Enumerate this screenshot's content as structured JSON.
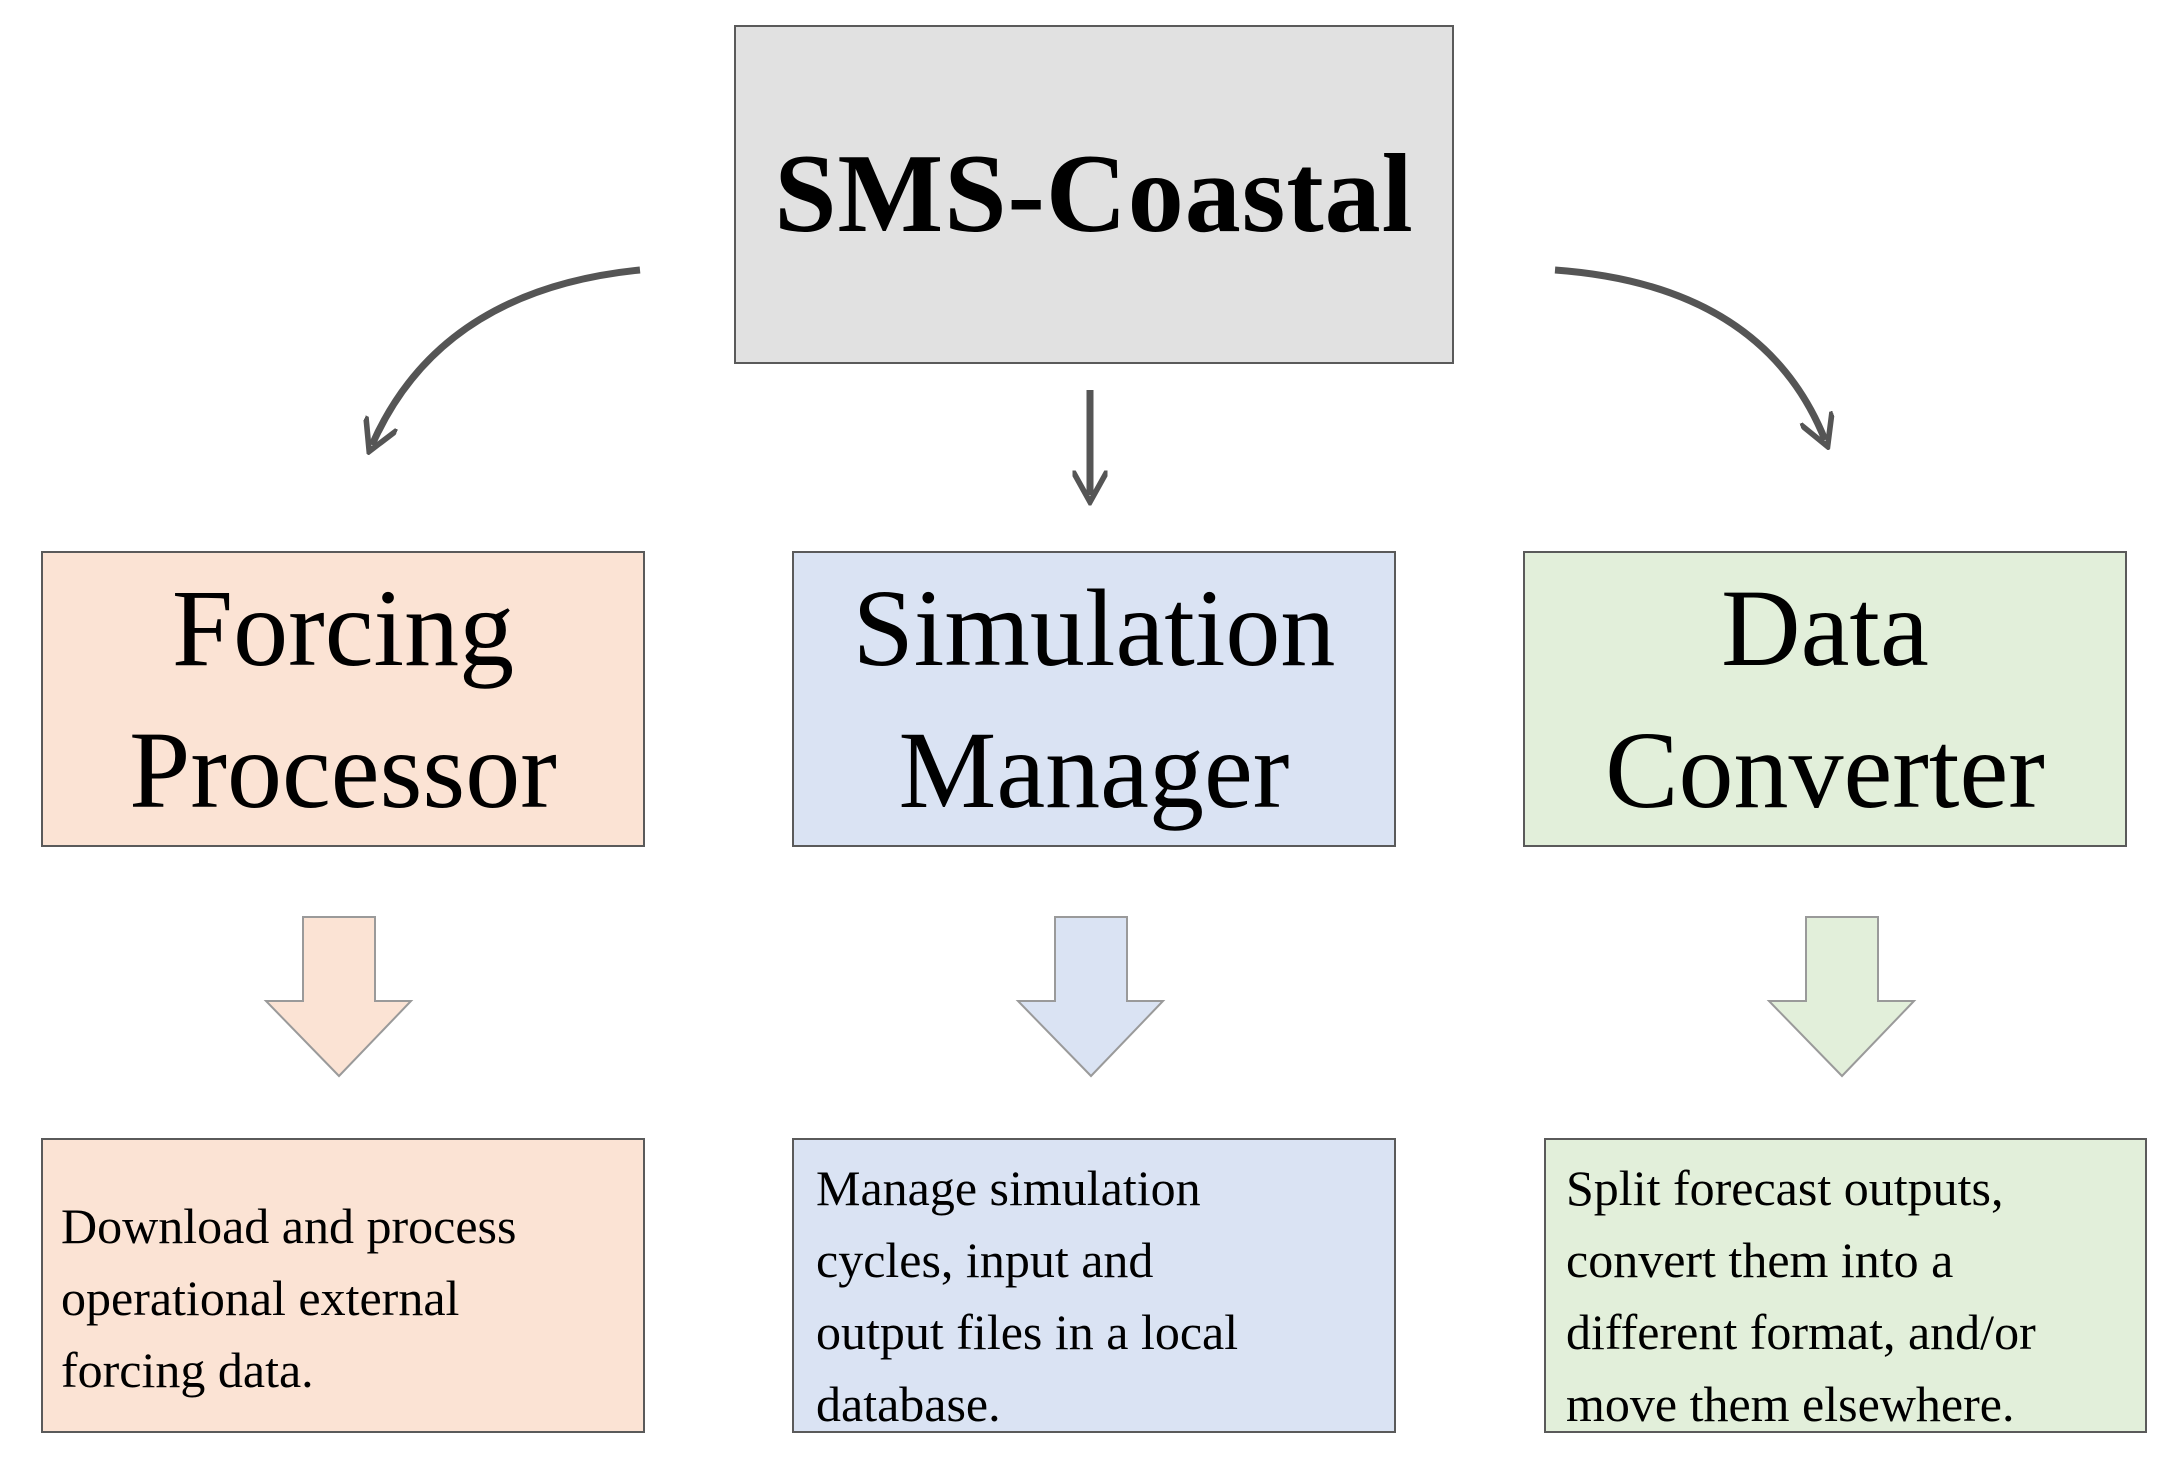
{
  "title": "SMS-Coastal",
  "modules": [
    {
      "name_lines": [
        "Forcing",
        "Processor"
      ],
      "description_lines": [
        "Download and process",
        "operational external",
        "forcing data."
      ],
      "color": "#fbe3d4"
    },
    {
      "name_lines": [
        "Simulation",
        "Manager"
      ],
      "description_lines": [
        "Manage simulation",
        "cycles, input and",
        "output files in a local",
        "database."
      ],
      "color": "#dae3f3"
    },
    {
      "name_lines": [
        "Data",
        "Converter"
      ],
      "description_lines": [
        "Split forecast outputs,",
        "convert them into a",
        "different format, and/or",
        "move them elsewhere."
      ],
      "color": "#e2efda"
    }
  ],
  "colors": {
    "top_box": "#e1e1e1",
    "border": "#5a5a5a",
    "arrow": "#555555"
  }
}
